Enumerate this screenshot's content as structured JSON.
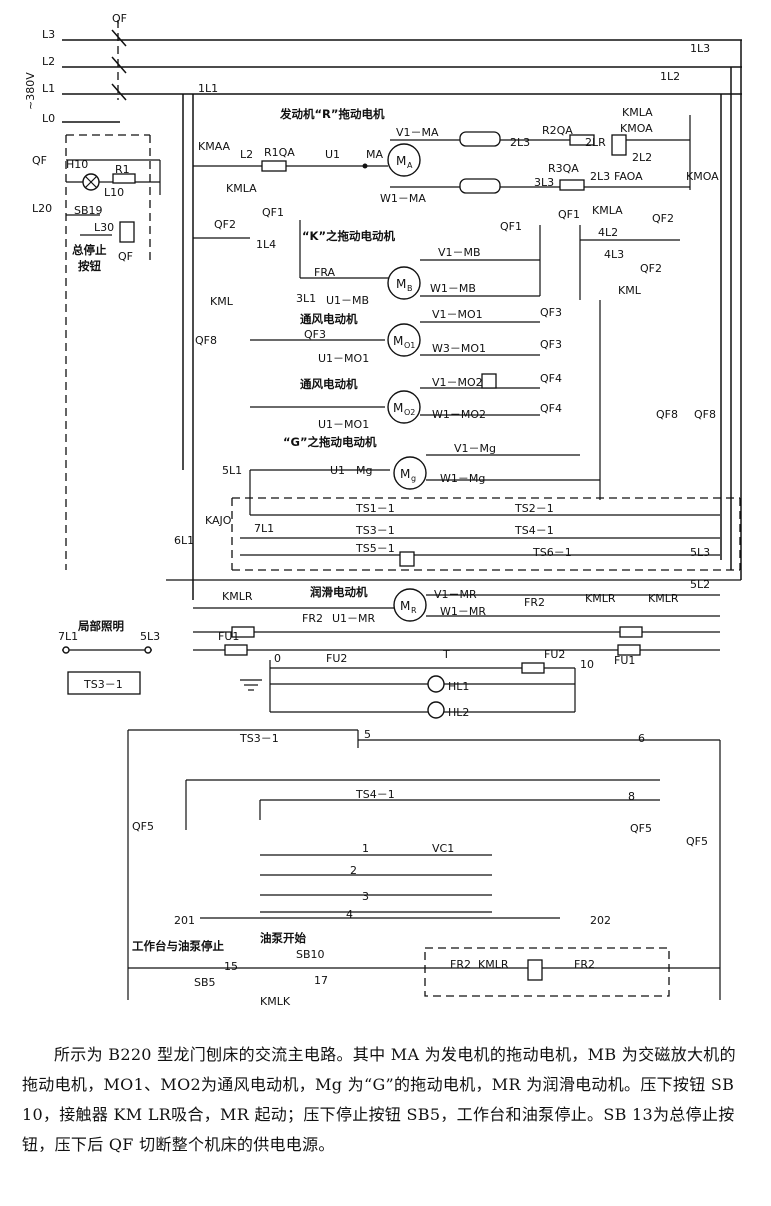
{
  "buses": {
    "L3": "L3",
    "L2": "L2",
    "L1": "L1",
    "L0": "L0",
    "voltage": "~380V",
    "QF": "QF",
    "1L3": "1L3",
    "1L2": "1L2",
    "1L1": "1L1"
  },
  "panel_left": {
    "QF": "QF",
    "H10": "H10",
    "R1": "R1",
    "L10": "L10",
    "L20": "L20",
    "SB19": "SB19",
    "L30": "L30",
    "QF_coil": "QF",
    "stop_text_1": "总停止",
    "stop_text_2": "按钮"
  },
  "motor_MA": {
    "header": "发动机“R”拖动电机",
    "KMAA": "KMAA",
    "L2": "L2",
    "R1QA": "R1QA",
    "U1": "U1",
    "MA": "MA",
    "V1": "V1－MA",
    "W1": "W1－MA",
    "KMLA": "KMLA",
    "2L3": "2L3",
    "R2QA": "R2QA",
    "2LR": "2LR",
    "KMLA_r": "KMLA",
    "KMOA": "KMOA",
    "2L2": "2L2",
    "R3QA": "R3QA",
    "3L3": "3L3",
    "2L3b": "2L3",
    "FAOA": "FAOA",
    "KMOA_b": "KMOA",
    "KMLA_b": "KMLA",
    "QF1": "QF1",
    "motor_label": "M",
    "motor_sub": "A"
  },
  "motor_MB": {
    "header": "“K”之拖动电动机",
    "QF1": "QF1",
    "QF2": "QF2",
    "1L4": "1L4",
    "FRA": "FRA",
    "3L1": "3L1",
    "U1": "U1－MB",
    "V1": "V1－MB",
    "W1": "W1－MB",
    "QF1b": "QF1",
    "QF1c": "QF1",
    "QF2r": "QF2",
    "4L2": "4L2",
    "4L3": "4L3",
    "QF2b": "QF2",
    "KML": "KML",
    "KML_r": "KML",
    "motor_label": "M",
    "motor_sub": "B"
  },
  "motor_MO1": {
    "header": "通风电动机",
    "QF3": "QF3",
    "U1": "U1－MO1",
    "V1": "V1－MO1",
    "W3": "W3－MO1",
    "QF3r": "QF3",
    "QF3r2": "QF3",
    "motor_label": "M",
    "motor_sub": "O1"
  },
  "motor_MO2": {
    "header": "通风电动机",
    "U1": "U1－MO1",
    "V1": "V1－MO2",
    "W1": "W1－MO2",
    "QF4": "QF4",
    "QF4b": "QF4",
    "motor_label": "M",
    "motor_sub": "O2"
  },
  "motor_Mg": {
    "header": "“G”之拖动电动机",
    "U1": "U1－Mg",
    "V1": "V1－Mg",
    "W1": "W1－Mg",
    "5L1": "5L1",
    "motor_label": "M",
    "motor_sub": "g"
  },
  "left_misc": {
    "QF8": "QF8",
    "KML": "KML",
    "QF8r": "QF8",
    "QF8r2": "QF8"
  },
  "transformers": {
    "TS1": "TS1－1",
    "TS2": "TS2－1",
    "TS3": "TS3－1",
    "TS4": "TS4－1",
    "TS5": "TS5－1",
    "TS6": "TS6－1",
    "KAJO": "KAJO",
    "6L1": "6L1",
    "7L1": "7L1",
    "5L3": "5L3",
    "5L2": "5L2"
  },
  "motor_MR": {
    "header": "润滑电动机",
    "KMLR": "KMLR",
    "FR2": "FR2",
    "U1": "U1－MR",
    "V1": "V1－MR",
    "W1": "W1－MR",
    "FR2r": "FR2",
    "KMLR2": "KMLR",
    "KMLR3": "KMLR",
    "motor_label": "M",
    "motor_sub": "R"
  },
  "lighting": {
    "title": "局部照明",
    "7L1": "7L1",
    "5L3": "5L3",
    "TS3": "TS3－1"
  },
  "control": {
    "FU1": "FU1",
    "FU1b": "FU1",
    "T": "T",
    "zero": "0",
    "FU2": "FU2",
    "FU2b": "FU2",
    "ten": "10",
    "HL1": "HL1",
    "HL2": "HL2",
    "TS3": "TS3－1",
    "five": "5",
    "six": "6",
    "TS4": "TS4－1",
    "eight": "8",
    "QF5": "QF5",
    "QF5b": "QF5",
    "QF5c": "QF5",
    "n1": "1",
    "VC1": "VC1",
    "n2": "2",
    "n3": "3",
    "n4": "4",
    "n201": "201",
    "n202": "202",
    "stop_label": "工作台与油泵停止",
    "start_label": "油泵开始",
    "SB5": "SB5",
    "n15": "15",
    "SB10": "SB10",
    "n17": "17",
    "KMLK": "KMLK",
    "FR2a": "FR2",
    "KMLR": "KMLR",
    "FR2b": "FR2"
  },
  "caption": "所示为 B220 型龙门刨床的交流主电路。其中 MA 为发电机的拖动电机，MB 为交磁放大机的拖动电机，MO1、MO2为通风电动机，Mg 为“G”的拖动电机，MR 为润滑电动机。压下按钮 SB 10，接触器 KM LR吸合，MR 起动；压下停止按钮 SB5，工作台和油泵停止。SB 13为总停止按钮，压下后 QF 切断整个机床的供电电源。"
}
